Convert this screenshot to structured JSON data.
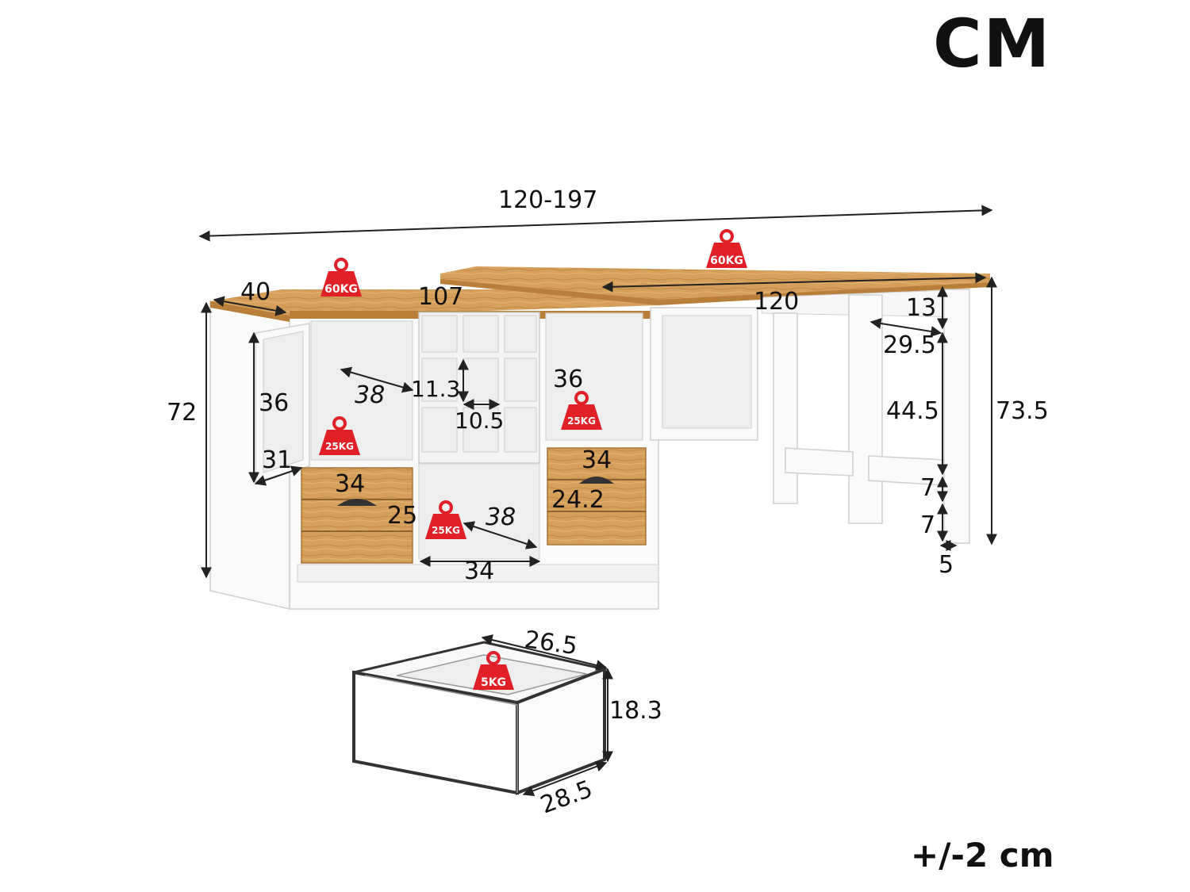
{
  "header": {
    "unit_label": "CM"
  },
  "footer": {
    "tolerance": "+/-2 cm"
  },
  "weights": {
    "top_left": "60KG",
    "top_right": "60KG",
    "shelf_left": "25KG",
    "shelf_right": "25KG",
    "cube": "25KG",
    "drawer": "5KG"
  },
  "dimensions": {
    "total_width": "120-197",
    "depth": "40",
    "cabinet_width": "107",
    "desk_width": "120",
    "cabinet_height": "72",
    "desk_height": "73.5",
    "left_compartment_height": "36",
    "left_compartment_depth": "31",
    "left_shelf_depth": "38",
    "wine_cell_height": "11.3",
    "wine_cell_width": "10.5",
    "right_compartment_height": "36",
    "drawer_front_width_left": "34",
    "drawer_front_height_left": "25",
    "drawer_front_width_right": "34",
    "drawer_front_height_right": "24.2",
    "cube_depth": "38",
    "cube_width": "34",
    "apron_height": "13",
    "leg_offset": "29.5",
    "leg_clear_height": "44.5",
    "stretcher_height": "7",
    "stretcher_gap": "7",
    "foot_height": "5",
    "drawer_box_width": "26.5",
    "drawer_box_height": "18.3",
    "drawer_box_depth": "28.5"
  }
}
